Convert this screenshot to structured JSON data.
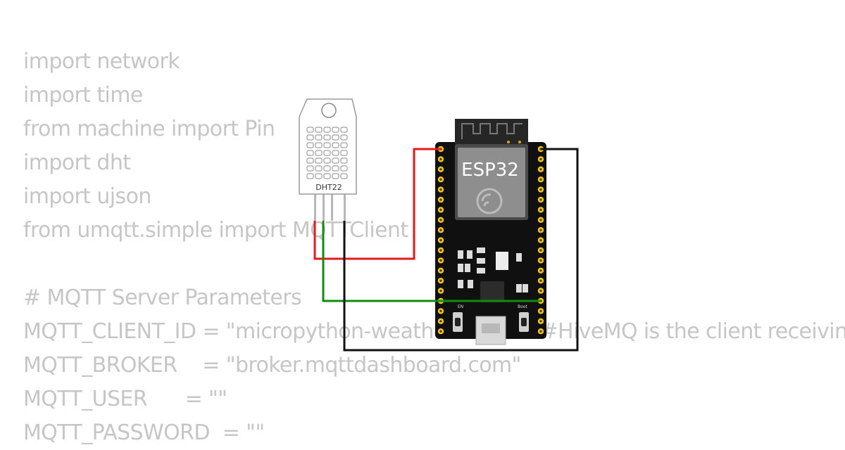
{
  "code": {
    "lines": [
      "import network",
      "import time",
      "from machine import Pin",
      "import dht",
      "import ujson",
      "from umqtt.simple import MQTTClient",
      "",
      "# MQTT Server Parameters",
      "MQTT_CLIENT_ID = \"micropython-weather-demo\"  #HiveMQ is the client receiving",
      "MQTT_BROKER    = \"broker.mqttdashboard.com\"",
      "MQTT_USER      = \"\"",
      "MQTT_PASSWORD  = \"\""
    ]
  },
  "components": {
    "sensor": {
      "label": "DHT22",
      "icon": "dht22-sensor-icon"
    },
    "board": {
      "label": "ESP32",
      "left_button": "EN",
      "right_button": "Boot",
      "icon": "esp32-devkit-icon"
    }
  },
  "wires": [
    {
      "name": "vcc",
      "color": "#e31b1b"
    },
    {
      "name": "data",
      "color": "#118c11"
    },
    {
      "name": "gnd",
      "color": "#111111"
    }
  ]
}
